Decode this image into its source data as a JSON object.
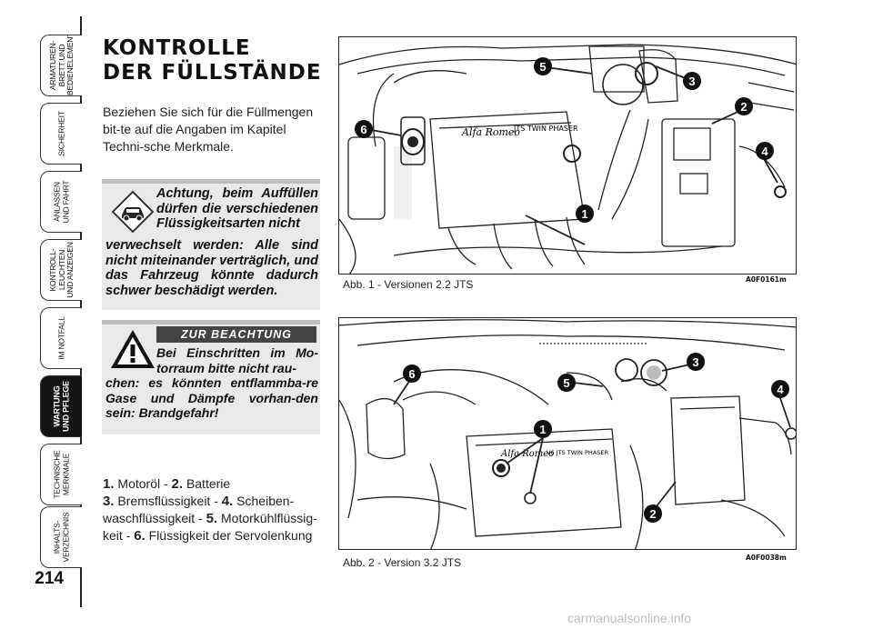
{
  "side_tabs": [
    "ARMATUREN-\nBRETT UND\nBEDIENELEMENTE",
    "SICHERHEIT",
    "ANLASSEN\nUND FAHRT",
    "KONTROLL-\nLEUCHTEN\nUND ANZEIGEN",
    "IM NOTFALL",
    "WARTUNG\nUND PFLEGE",
    "TECHNISCHE\nMERKMALE",
    "INHALTS-\nVERZEICHNIS"
  ],
  "active_tab": "WARTUNG UND PFLEGE",
  "page_number": "214",
  "title": "KONTROLLE\nDER FÜLLSTÄNDE",
  "intro": "Beziehen Sie sich für die Füllmengen bit-te auf die Angaben im Kapitel Techni-sche Merkmale.",
  "warning_car": {
    "first": "Achtung, beim Auffüllen dürfen die verschiedenen Flüssigkeitsarten nicht",
    "rest": "verwechselt werden: Alle sind nicht miteinander verträglich, und das Fahrzeug könnte dadurch schwer beschädigt werden.",
    "icon": "car-warning-icon"
  },
  "warning_note": {
    "banner": "ZUR BEACHTUNG",
    "first": "Bei Einschritten im Mo-torraum bitte nicht rau-",
    "rest": "chen: es könnten entflammba-re Gase und Dämpfe vorhan-den sein: Brandgefahr!",
    "icon": "warning-triangle-icon"
  },
  "legend": [
    {
      "num": "1.",
      "text": "Motoröl - "
    },
    {
      "num": "2.",
      "text": "Batterie"
    },
    {
      "num": "3.",
      "text": "Bremsflüssigkeit - "
    },
    {
      "num": "4.",
      "text": "Scheiben-waschflüssigkeit - "
    },
    {
      "num": "5.",
      "text": "Motorkühlflüssig-keit - "
    },
    {
      "num": "6.",
      "text": "Flüssigkeit der Servolenkung"
    }
  ],
  "figures": [
    {
      "caption": "Abb. 1 - Versionen 2.2 JTS",
      "code": "A0F0161m",
      "engine_logo": "Alfa Romeo",
      "engine_label": "JTS TWIN PHASER",
      "markers": [
        "1",
        "2",
        "3",
        "4",
        "5",
        "6"
      ]
    },
    {
      "caption": "Abb. 2 - Version 3.2 JTS",
      "code": "A0F0038m",
      "engine_logo": "Alfa Romeo",
      "engine_label": "V6 JTS TWIN PHASER",
      "markers": [
        "1",
        "2",
        "3",
        "4",
        "5",
        "6"
      ]
    }
  ],
  "watermark": "carmanualsonline.info"
}
